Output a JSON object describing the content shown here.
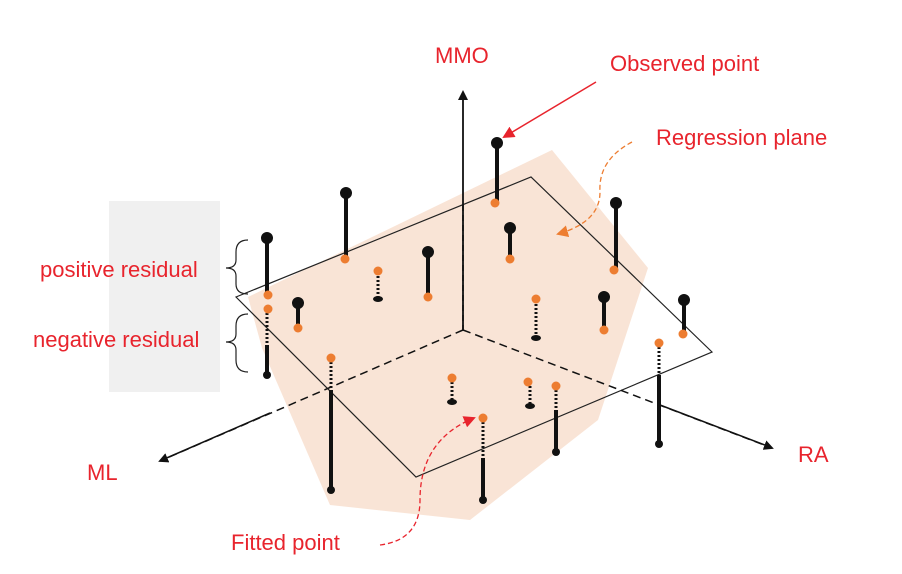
{
  "labels": {
    "axis_vertical": "MMO",
    "axis_left": "ML",
    "axis_right": "RA",
    "observed_point": "Observed point",
    "regression_plane": "Regression plane",
    "positive_residual": "positive residual",
    "negative_residual": "negative residual",
    "fitted_point": "Fitted point"
  },
  "colors": {
    "label_text": "#e8242d",
    "plane_fill": "#f9e3d4",
    "fitted_point": "#ed7d31",
    "observed_point": "#111111",
    "residual_side_panel": "#f0f0f0",
    "annotation_arrow": "#e8242d",
    "plane_arrow": "#ed7d31"
  },
  "icons": [
    "arrow-head-icon",
    "brace-icon"
  ]
}
